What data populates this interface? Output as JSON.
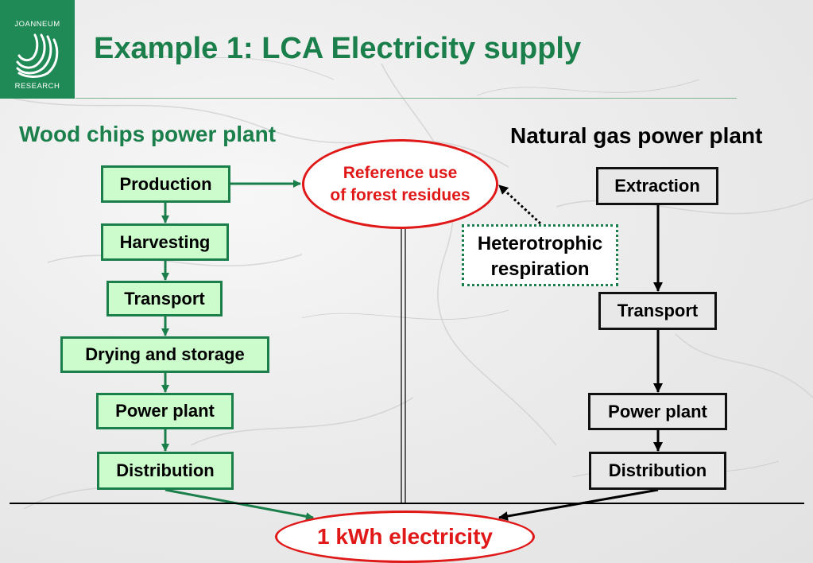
{
  "logo": {
    "top_text": "JOANNEUM",
    "bottom_text": "RESEARCH"
  },
  "title": "Example 1: LCA Electricity supply",
  "left": {
    "heading": "Wood chips power plant",
    "steps": [
      "Production",
      "Harvesting",
      "Transport",
      "Drying and storage",
      "Power plant",
      "Distribution"
    ]
  },
  "right": {
    "heading": "Natural gas power plant",
    "steps": [
      "Extraction",
      "Transport",
      "Power plant",
      "Distribution"
    ]
  },
  "reference": {
    "line1": "Reference use",
    "line2": "of forest residues"
  },
  "heterotrophic": {
    "line1": "Heterotrophic",
    "line2": "respiration"
  },
  "output": "1 kWh electricity",
  "colors": {
    "green": "#1a7f4a",
    "box_green": "#ccfccc",
    "red": "#e01818",
    "grey_box": "#e8e8e8"
  }
}
